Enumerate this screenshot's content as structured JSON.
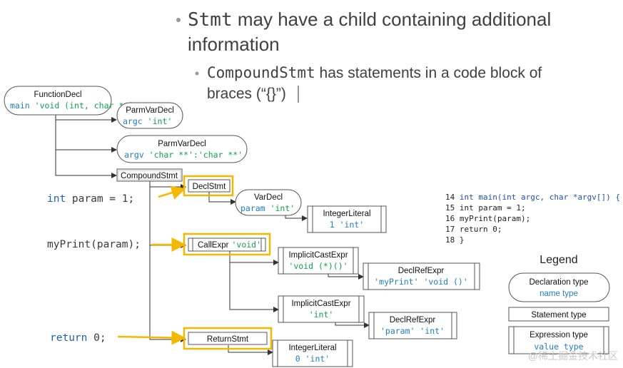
{
  "header": {
    "bullet1_code": "Stmt",
    "bullet1_rest": " may have a child containing additional",
    "bullet1_line2": "information",
    "bullet2_code": "CompoundStmt",
    "bullet2_rest": " has statements in a code block of",
    "bullet2_line2": "braces (“{}”)"
  },
  "nodes": {
    "function_decl": {
      "title": "FunctionDecl",
      "name": "main",
      "type": "'void (int, char **)'"
    },
    "parm_argc": {
      "title": "ParmVarDecl",
      "name": "argc",
      "type": "'int'"
    },
    "parm_argv": {
      "title": "ParmVarDecl",
      "name": "argv",
      "type": "'char **':'char **'"
    },
    "compound_stmt": {
      "title": "CompoundStmt"
    },
    "decl_stmt": {
      "title": "DeclStmt"
    },
    "var_decl": {
      "title": "VarDecl",
      "name": "param",
      "type": "'int'"
    },
    "integer_literal_1": {
      "title": "IntegerLiteral",
      "value": "1 'int'"
    },
    "call_expr": {
      "title": "CallExpr",
      "type": "'void'"
    },
    "implicit_cast_1": {
      "title": "ImplicitCastExpr",
      "type": "'void (*)()'"
    },
    "decl_ref_1": {
      "title": "DeclRefExpr",
      "value": "'myPrint' 'void ()'"
    },
    "implicit_cast_2": {
      "title": "ImplicitCastExpr",
      "type": "'int'"
    },
    "decl_ref_2": {
      "title": "DeclRefExpr",
      "value": "'param' 'int'"
    },
    "return_stmt": {
      "title": "ReturnStmt"
    },
    "integer_literal_0": {
      "title": "IntegerLiteral",
      "value": "0 'int'"
    }
  },
  "code_labels": {
    "line1_kw": "int",
    "line1_rest": " param = 1;",
    "line2": "myPrint(param);",
    "line3_kw": "return",
    "line3_rest": " 0;"
  },
  "listing": [
    {
      "num": "14",
      "text": "int main(int argc, char *argv[]) {"
    },
    {
      "num": "15",
      "text": "  int param = 1;"
    },
    {
      "num": "16",
      "text": "  myPrint(param);"
    },
    {
      "num": "17",
      "text": "  return 0;"
    },
    {
      "num": "18",
      "text": "}"
    }
  ],
  "legend": {
    "title": "Legend",
    "decl_label": "Declaration type",
    "decl_sub": "name type",
    "stmt_label": "Statement type",
    "expr_label": "Expression type",
    "expr_sub": "value  type"
  },
  "watermark": "@稀土掘金技术社区",
  "colors": {
    "highlight": "#f5b800",
    "name_blue": "#1f7fbf",
    "type_green": "#10a050",
    "keyword_blue": "#2060b0"
  }
}
